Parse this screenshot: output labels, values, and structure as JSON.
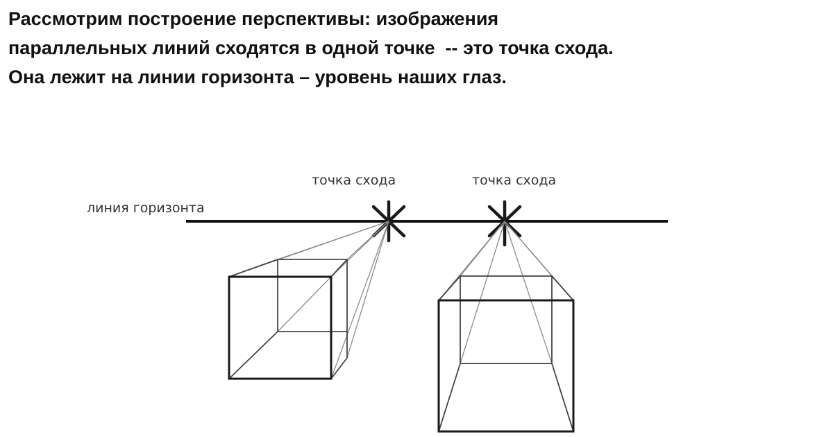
{
  "heading": {
    "line1": "Рассмотрим построение перспективы: изображения",
    "line2": "параллельных линий сходятся в одной точке  -- это точка схода.",
    "line3": "Она лежит на линии горизонта – уровень наших глаз."
  },
  "diagram": {
    "horizon_label": "линия горизонта",
    "vanishing_point_labels": [
      "точка схода",
      "точка схода"
    ]
  }
}
